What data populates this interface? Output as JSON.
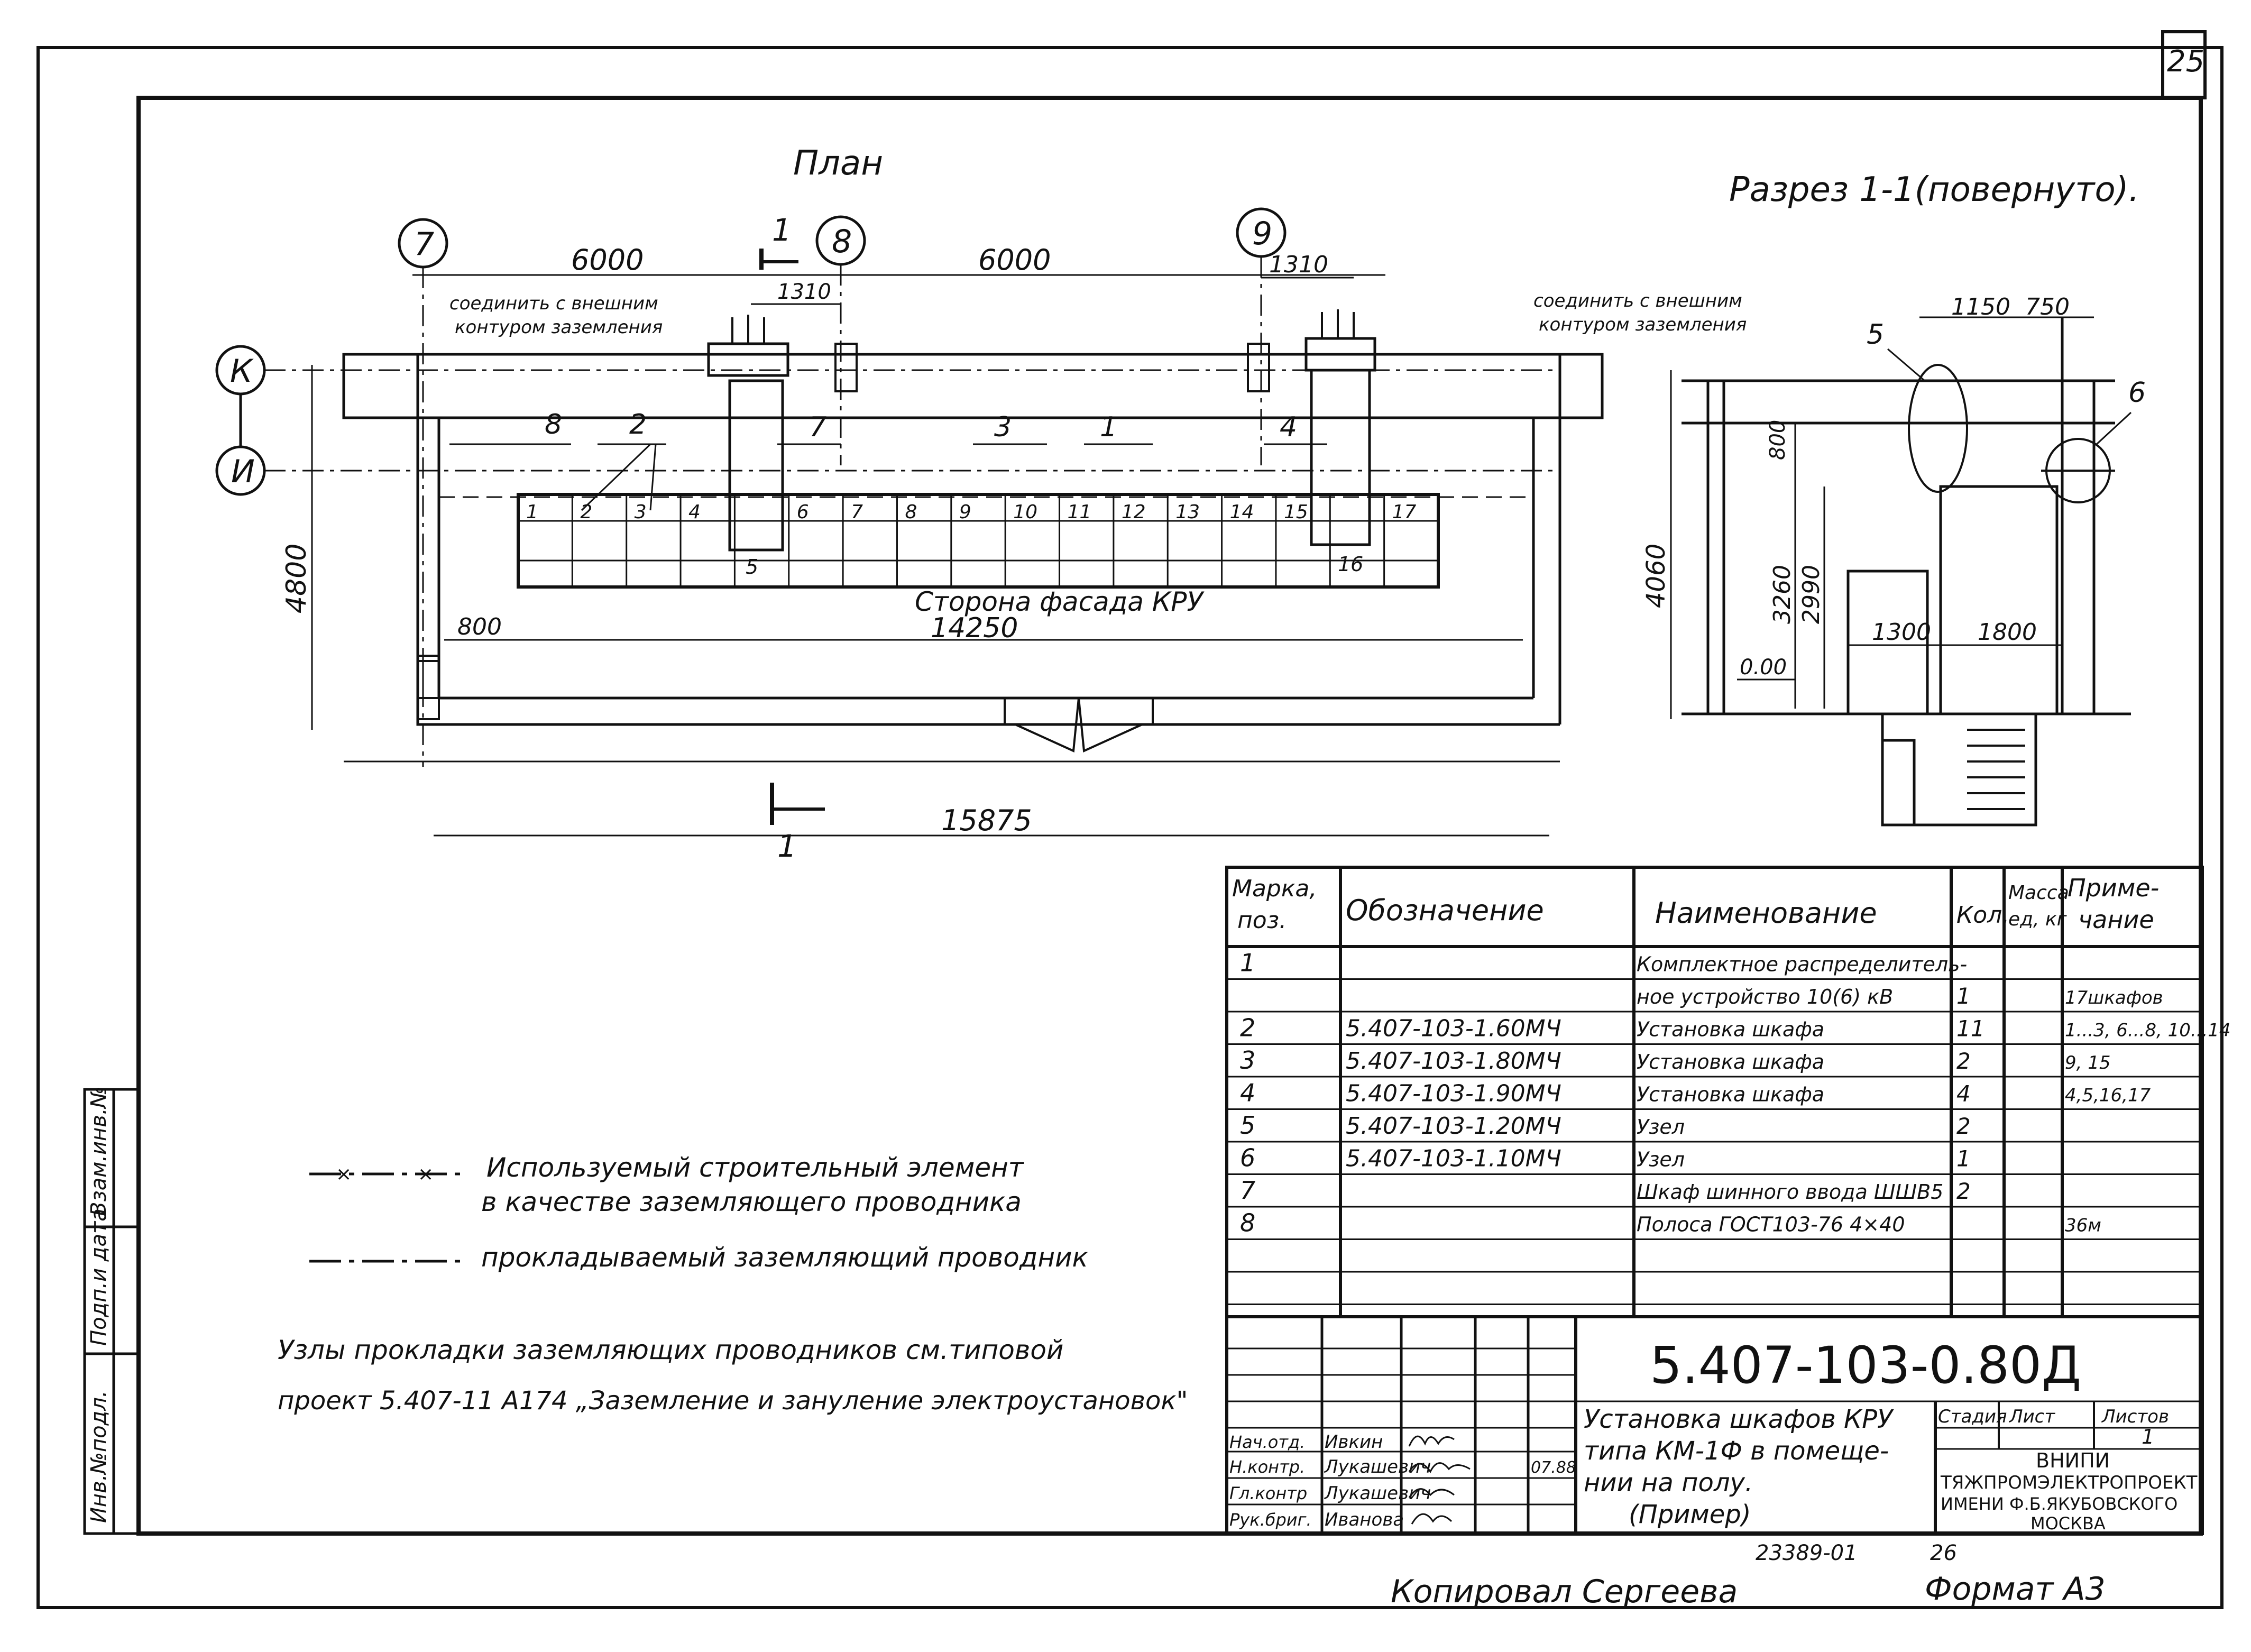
{
  "sheet": {
    "page_number": "25",
    "plan_title": "План",
    "section_title": "Разрез 1-1(повернуто).",
    "copied_by": "Копировал Сергеева",
    "format": "Формат А3",
    "archive_number": "23389-01",
    "archive_page": "26"
  },
  "plan": {
    "axes": [
      "7",
      "8",
      "9",
      "К",
      "И"
    ],
    "dims": {
      "d6000_a": "6000",
      "d6000_b": "6000",
      "d1310_a": "1310",
      "d1310_b": "1310",
      "d4800": "4800",
      "d800": "800",
      "d14250": "14250",
      "d15875": "15875"
    },
    "section_mark": "1",
    "note_connect": [
      "соединить с внешним",
      "контуром заземления"
    ],
    "leaders": [
      "8",
      "2",
      "7",
      "3",
      "1",
      "4"
    ],
    "cabinets": [
      "1",
      "2",
      "3",
      "4",
      "6",
      "7",
      "8",
      "9",
      "10",
      "11",
      "12",
      "13",
      "14",
      "15",
      "17"
    ],
    "cabinet_5": "5",
    "cabinet_16": "16",
    "facade_label": "Сторона фасада КРУ"
  },
  "section": {
    "dims": {
      "d1150": "1150",
      "d750": "750",
      "d800": "800",
      "d4060": "4060",
      "d3260": "3260",
      "d2990": "2990",
      "d000": "0.00",
      "d1300": "1300",
      "d1800": "1800"
    },
    "callouts": [
      "5",
      "6"
    ]
  },
  "legend": {
    "item1": [
      "Используемый строительный элемент",
      "в качестве заземляющего проводника"
    ],
    "item2": "прокладываемый заземляющий проводник",
    "note_line1": "Узлы прокладки заземляющих проводников см.типовой",
    "note_line2": "проект 5.407-11 А174 „Заземление и зануление электроустановок\""
  },
  "spec": {
    "headers": [
      "Марка, поз.",
      "Обозначение",
      "Наименование",
      "Кол.",
      "Масса ед, кг",
      "Приме-чание"
    ],
    "rows": [
      [
        "1",
        "",
        "Комплектное распределитель-",
        "",
        "",
        ""
      ],
      [
        "",
        "",
        "ное устройство 10(6) кВ",
        "1",
        "",
        "17шкафов"
      ],
      [
        "2",
        "5.407-103-1.60МЧ",
        "Установка шкафа",
        "11",
        "",
        "1...3, 6...8, 10...14"
      ],
      [
        "3",
        "5.407-103-1.80МЧ",
        "Установка шкафа",
        "2",
        "",
        "9, 15"
      ],
      [
        "4",
        "5.407-103-1.90МЧ",
        "Установка шкафа",
        "4",
        "",
        "4,5,16,17"
      ],
      [
        "5",
        "5.407-103-1.20МЧ",
        "Узел",
        "2",
        "",
        ""
      ],
      [
        "6",
        "5.407-103-1.10МЧ",
        "Узел",
        "1",
        "",
        ""
      ],
      [
        "7",
        "",
        "Шкаф шинного ввода ШШВ5",
        "2",
        "",
        ""
      ],
      [
        "8",
        "",
        "Полоса ГОСТ103-76 4×40",
        "",
        "",
        "36м"
      ]
    ]
  },
  "title_block": {
    "code": "5.407-103-0.80Д",
    "title": [
      "Установка шкафов КРУ",
      "типа КМ-1Ф в помеще-",
      "нии на полу.",
      "(Пример)"
    ],
    "stage_hdr": "Стадия",
    "sheet_hdr": "Лист",
    "sheets_hdr": "Листов",
    "sheets_val": "1",
    "org": [
      "ВНИПИ",
      "ТЯЖПРОМЭЛЕКТРОПРОЕКТ",
      "ИМЕНИ Ф.Б.ЯКУБОВСКОГО",
      "МОСКВА"
    ],
    "people": [
      {
        "role": "Нач.отд.",
        "name": "Ивкин"
      },
      {
        "role": "Н.контр.",
        "name": "Лукашевич"
      },
      {
        "role": "Гл.контр",
        "name": "Лукашевич"
      },
      {
        "role": "Рук.бриг.",
        "name": "Иванова"
      }
    ],
    "date": "07.88"
  },
  "side_stamp": [
    "Инв.№подл.",
    "Подп.и дата",
    "Взам.инв.№"
  ]
}
